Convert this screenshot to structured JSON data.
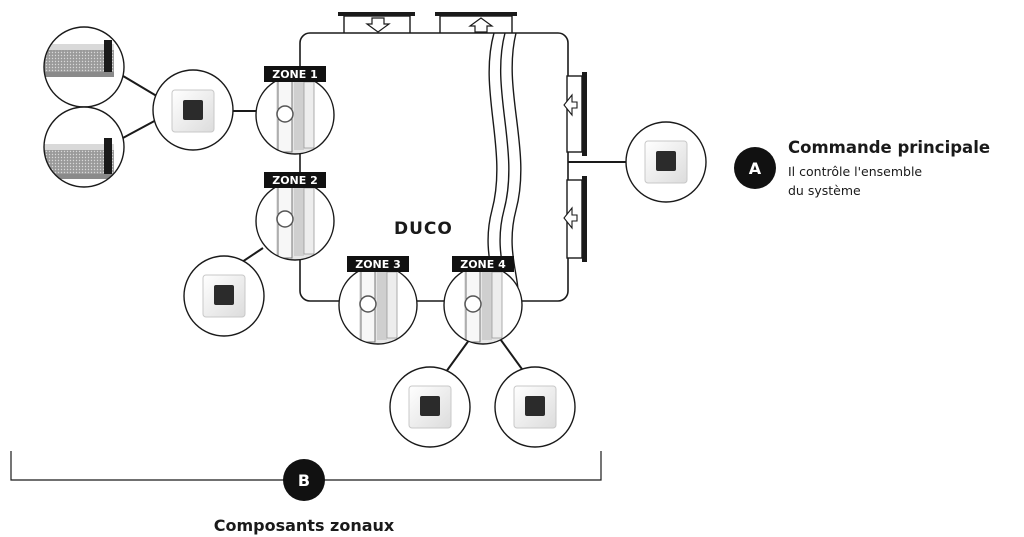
{
  "brand": "DUCO",
  "zones": [
    "ZONE 1",
    "ZONE 2",
    "ZONE 3",
    "ZONE 4"
  ],
  "main_control": {
    "badge": "A",
    "title": "Commande principale",
    "description_line1": "Il contrôle l'ensemble",
    "description_line2": "du système"
  },
  "zonal": {
    "badge": "B",
    "title": "Composants zonaux"
  },
  "colors": {
    "ink": "#1a1a1a",
    "label_bg": "#111111",
    "panel_face": "#f4f4f4",
    "panel_screen": "#2b2b2b",
    "grille": "#a8a8a8"
  },
  "icons": [
    "arrow-down-icon",
    "arrow-up-icon",
    "arrow-left-icon"
  ]
}
